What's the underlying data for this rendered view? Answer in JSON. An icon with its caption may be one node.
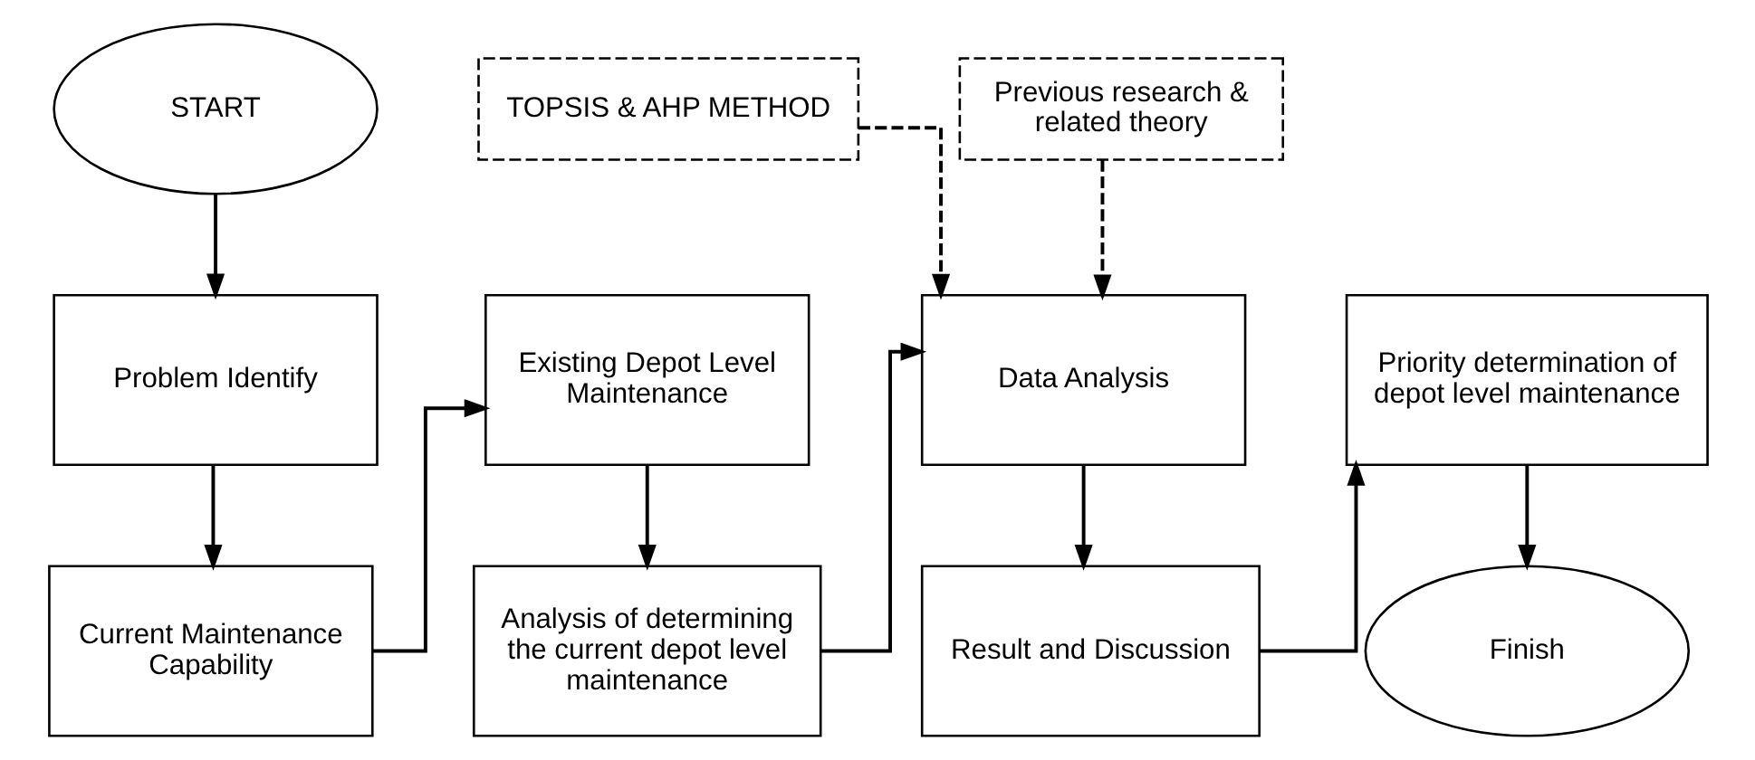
{
  "diagram": {
    "nodes": [
      {
        "text": [
          "START"
        ]
      },
      {
        "text": [
          "Problem Identify"
        ]
      },
      {
        "text": [
          "Current Maintenance Capability"
        ]
      },
      {
        "text": [
          "Existing Depot Level Maintenance"
        ]
      },
      {
        "text": [
          "Analysis of determining the current depot level maintenance"
        ]
      },
      {
        "text": [
          "TOPSIS & AHP METHOD"
        ]
      },
      {
        "text": [
          "Previous research & related theory"
        ]
      },
      {
        "text": [
          "Data Analysis"
        ]
      },
      {
        "text": [
          "Result and Discussion"
        ]
      },
      {
        "text": [
          "Priority determination of depot level maintenance"
        ]
      },
      {
        "text": [
          "Finish"
        ]
      }
    ],
    "edges": [
      {
        "from": 0,
        "to": 1,
        "arrow": "to"
      },
      {
        "from": 1,
        "to": 2,
        "arrow": "to"
      },
      {
        "from": 2,
        "to": 3,
        "arrow": "to"
      },
      {
        "from": 3,
        "to": 4,
        "arrow": "to"
      },
      {
        "from": 4,
        "to": 7,
        "arrow": "to"
      },
      {
        "from": 5,
        "to": 7,
        "arrow": "to",
        "style": "dashed"
      },
      {
        "from": 6,
        "to": 7,
        "arrow": "to",
        "style": "dashed"
      },
      {
        "from": 7,
        "to": 8,
        "arrow": "to"
      },
      {
        "from": 8,
        "to": 9,
        "arrow": "to"
      },
      {
        "from": 9,
        "to": 10,
        "arrow": "to"
      }
    ]
  }
}
